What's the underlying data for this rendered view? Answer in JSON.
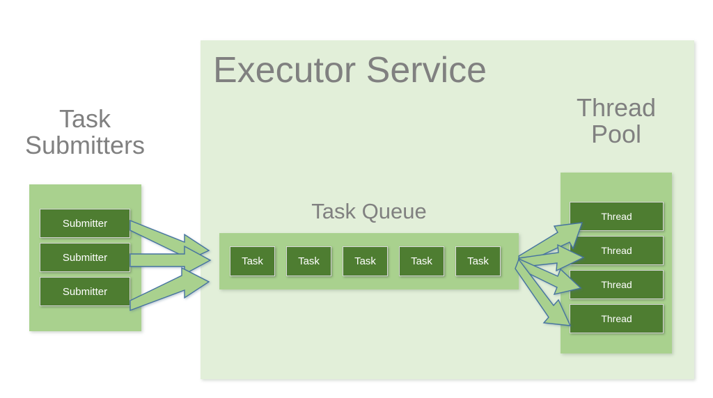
{
  "diagram": {
    "title": "Executor Service",
    "background_color": "#ffffff",
    "panel_color": "#e2efd9",
    "group_color": "#a9d18e",
    "box_color": "#4e7d31",
    "label_color": "#808080",
    "arrow_fill": "#a9d18e",
    "arrow_stroke": "#4472a0"
  },
  "submitters": {
    "label": "Task\nSubmitters",
    "items": [
      {
        "label": "Submitter"
      },
      {
        "label": "Submitter"
      },
      {
        "label": "Submitter"
      }
    ]
  },
  "executor": {
    "title": "Executor Service"
  },
  "queue": {
    "label": "Task Queue",
    "items": [
      {
        "label": "Task"
      },
      {
        "label": "Task"
      },
      {
        "label": "Task"
      },
      {
        "label": "Task"
      },
      {
        "label": "Task"
      }
    ]
  },
  "threadpool": {
    "label": "Thread\nPool",
    "items": [
      {
        "label": "Thread"
      },
      {
        "label": "Thread"
      },
      {
        "label": "Thread"
      },
      {
        "label": "Thread"
      }
    ]
  },
  "arrows": {
    "submit_count": 3,
    "dispatch_count": 4
  }
}
